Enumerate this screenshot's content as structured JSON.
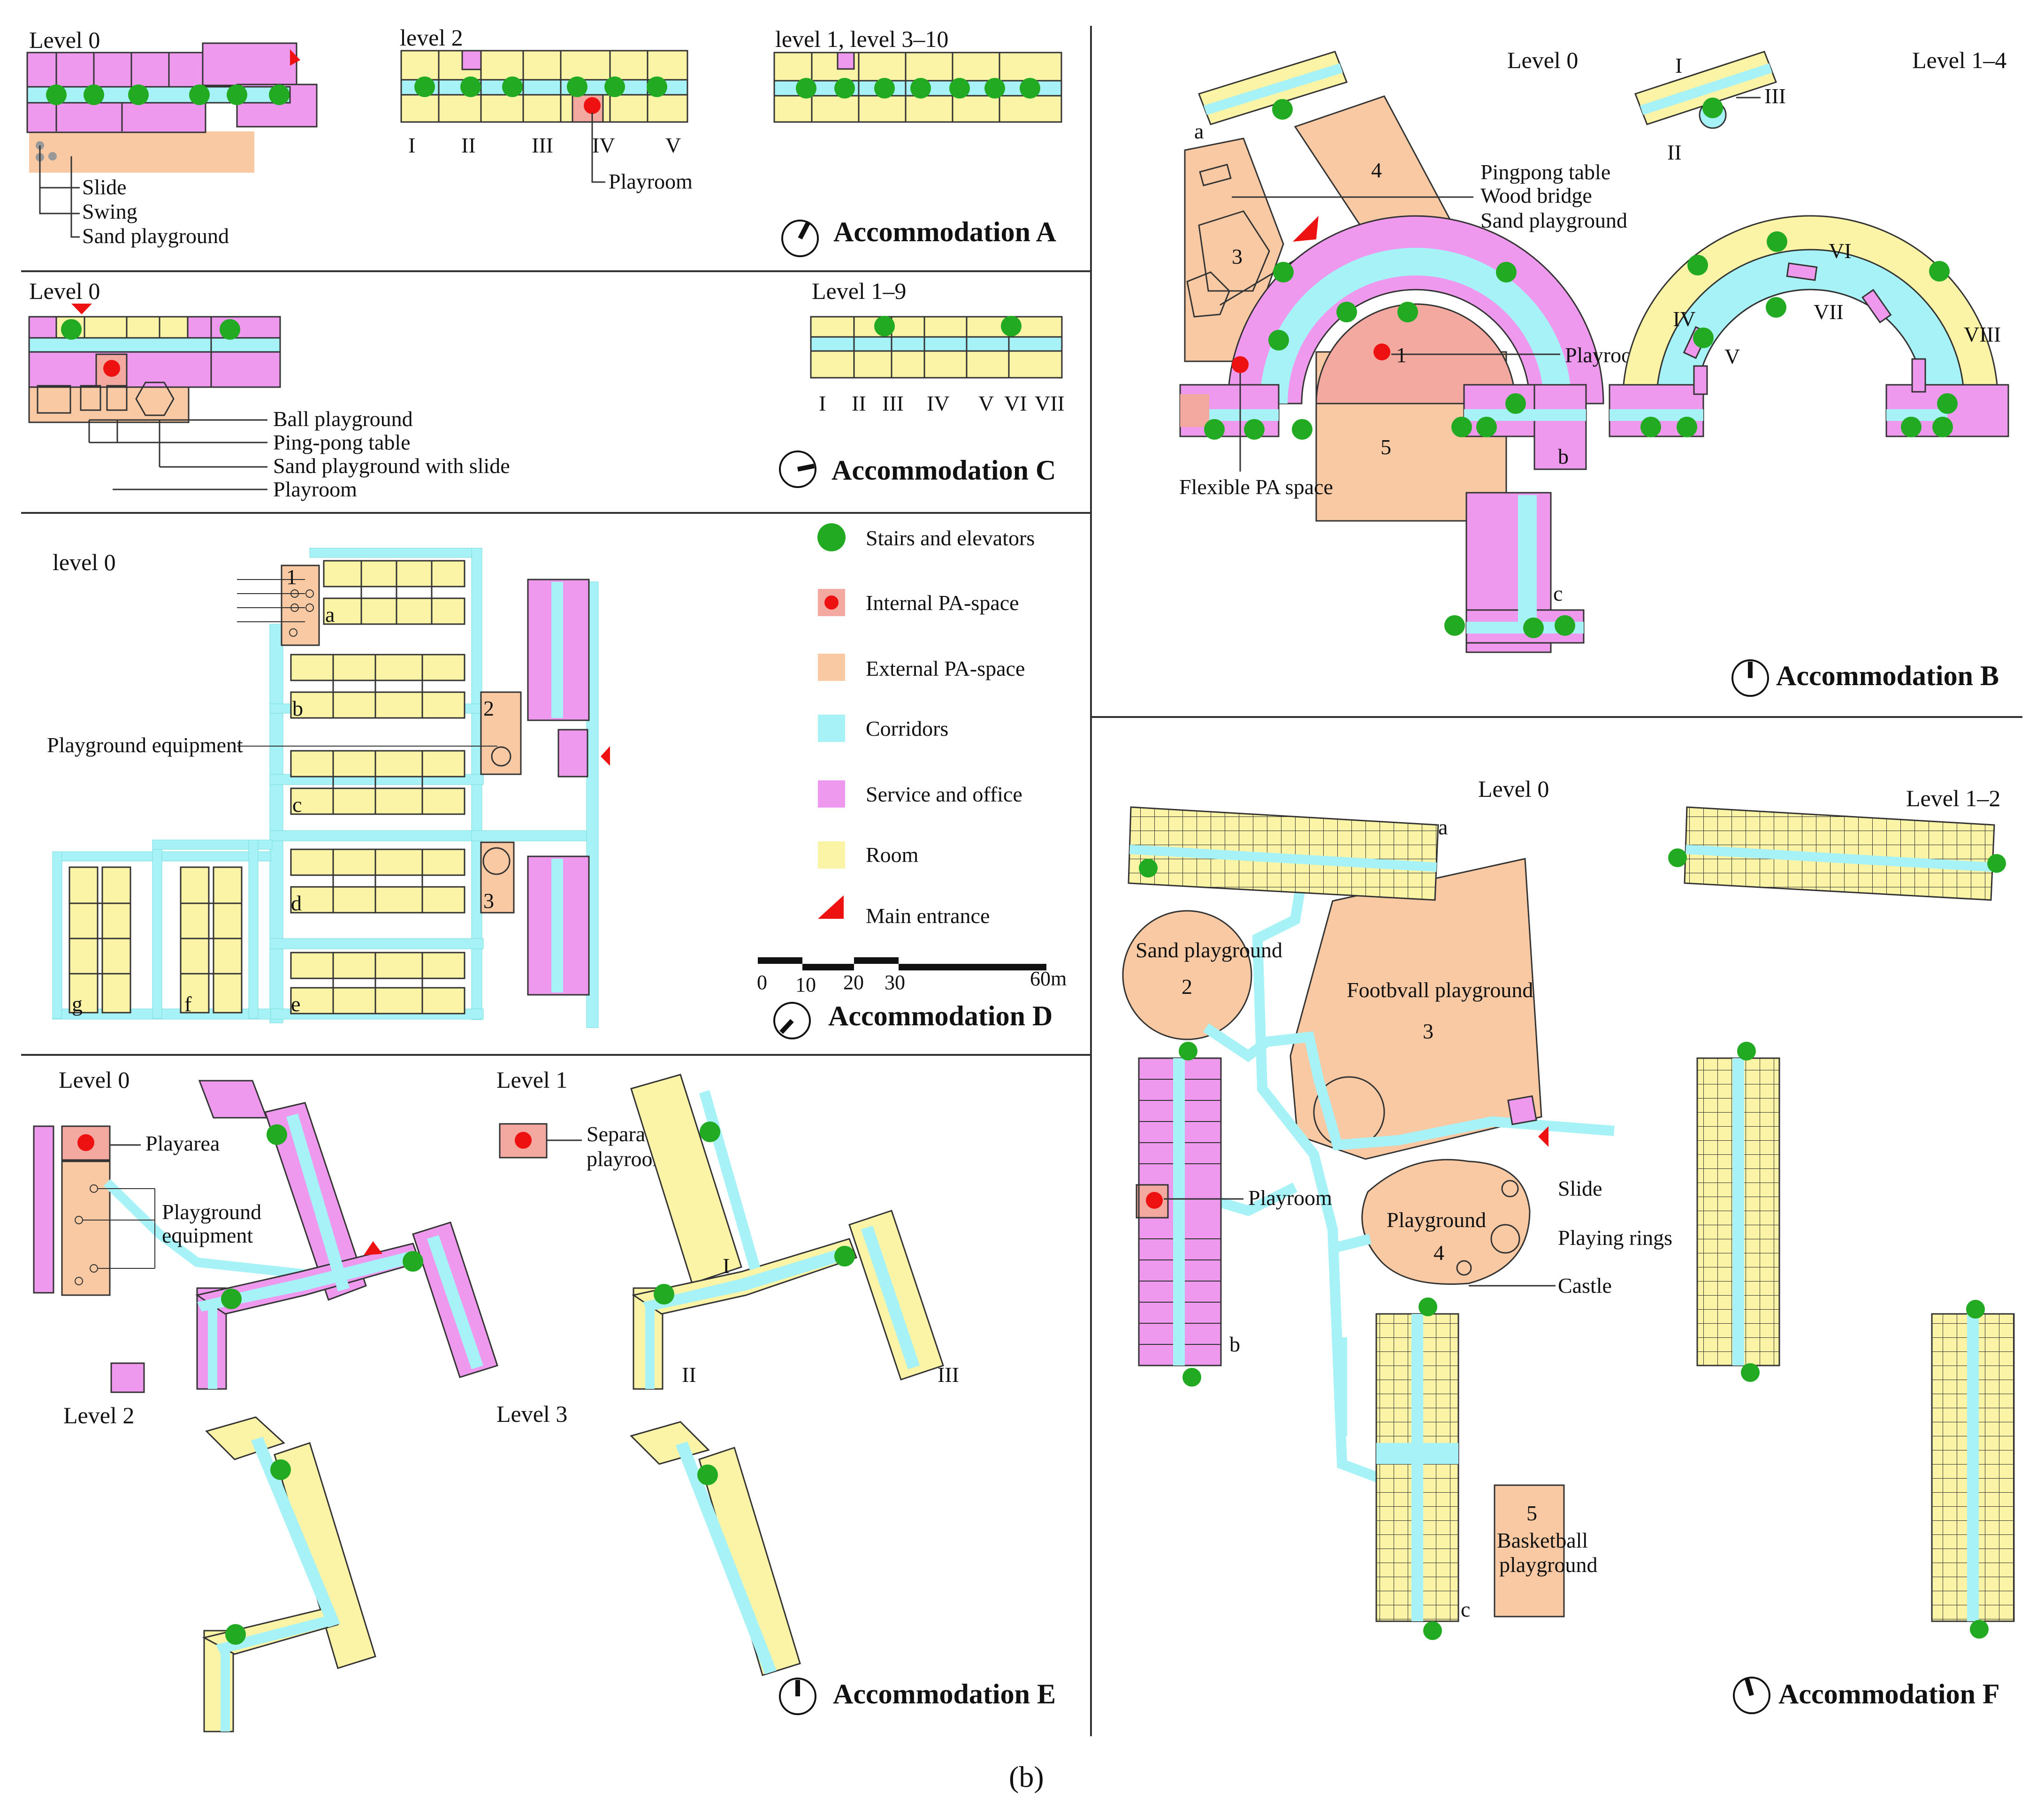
{
  "colors": {
    "stairs": "#22aa22",
    "internal_pa": "#f4a9a0",
    "internal_pa_dot": "#ee1111",
    "external_pa": "#f8c9a2",
    "corridor": "#a6f2f6",
    "service": "#ee99ee",
    "room": "#fbf4a6",
    "entrance": "#ee1111",
    "line": "#333333"
  },
  "legend": {
    "stairs": "Stairs and elevators",
    "internal": "Internal PA-space",
    "external": "External PA-space",
    "corridors": "Corridors",
    "service": "Service and office",
    "room": "Room",
    "entrance": "Main entrance",
    "scale_ticks": [
      "0",
      "10",
      "20",
      "30",
      "60m"
    ]
  },
  "accA": {
    "title": "Accommodation A",
    "level0": "Level 0",
    "level2": "level 2",
    "level13": "level 1, level 3–10",
    "slide": "Slide",
    "swing": "Swing",
    "sand": "Sand playground",
    "playroom": "Playroom",
    "units": [
      "I",
      "II",
      "III",
      "IV",
      "V"
    ]
  },
  "accC": {
    "title": "Accommodation C",
    "level0": "Level 0",
    "level19": "Level 1–9",
    "ball": "Ball playground",
    "pingpong": "Ping-pong table",
    "sandslide": "Sand playground with slide",
    "playroom": "Playroom",
    "units": [
      "I",
      "II",
      "III",
      "IV",
      "V",
      "VI",
      "VII"
    ]
  },
  "accD": {
    "title": "Accommodation D",
    "level0": "level 0",
    "equipment": "Playground equipment",
    "letters": [
      "a",
      "b",
      "c",
      "d",
      "e",
      "f",
      "g"
    ],
    "n1": "1",
    "n2": "2",
    "n3": "3"
  },
  "accE": {
    "title": "Accommodation E",
    "level0": "Level 0",
    "level1": "Level 1",
    "level2": "Level 2",
    "level3": "Level 3",
    "playarea": "Playarea",
    "equipment_1": "Playground",
    "equipment_2": "equipment",
    "separate_1": "Separate",
    "separate_2": "playrooms",
    "units": [
      "I",
      "II",
      "III"
    ]
  },
  "accB": {
    "title": "Accommodation B",
    "level0": "Level 0",
    "level14": "Level 1–4",
    "pingpong": "Pingpong table",
    "woodbridge": "Wood bridge",
    "sand": "Sand playground",
    "playroom": "Playroom",
    "flexible": "Flexible PA space",
    "letters": [
      "a",
      "b",
      "c"
    ],
    "nums": [
      "1",
      "3",
      "4",
      "5"
    ],
    "units": [
      "I",
      "II",
      "III",
      "IV",
      "V",
      "VI",
      "VII",
      "VIII"
    ]
  },
  "accF": {
    "title": "Accommodation F",
    "level0": "Level 0",
    "level12": "Level 1–2",
    "sand": "Sand playground",
    "football": "Footbvall playground",
    "playground": "Playground",
    "basketball_1": "Basketball",
    "basketball_2": "playground",
    "playroom": "Playroom",
    "slide": "Slide",
    "rings": "Playing rings",
    "castle": "Castle",
    "letters": [
      "a",
      "b",
      "c"
    ],
    "nums": [
      "2",
      "3",
      "4",
      "5"
    ]
  },
  "caption": "(b)"
}
